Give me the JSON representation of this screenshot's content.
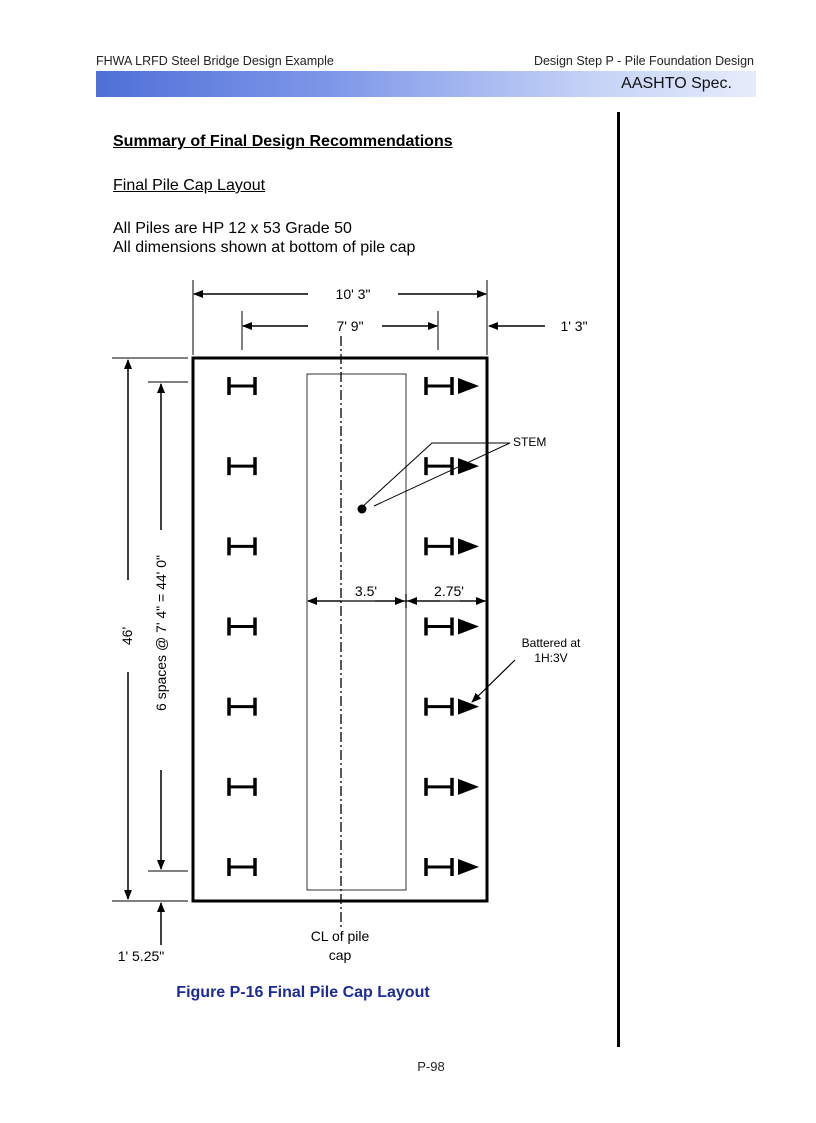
{
  "header": {
    "left": "FHWA LRFD Steel Bridge Design Example",
    "right": "Design Step P - Pile Foundation Design",
    "band_label": "AASHTO Spec."
  },
  "content": {
    "title": "Summary of Final Design Recommendations",
    "subtitle": "Final Pile Cap Layout",
    "note1": "All Piles are HP 12 x 53 Grade 50",
    "note2": "All dimensions shown at bottom of pile cap"
  },
  "figure": {
    "dim_overall_width": "10' 3\"",
    "dim_pile_spacing_width": "7' 9\"",
    "dim_edge_right": "1' 3\"",
    "dim_length": "46'",
    "dim_spaces": "6 spaces @ 7' 4\" = 44' 0\"",
    "dim_edge_bottom": "1' 5.25\"",
    "dim_stem_width": "3.5'",
    "dim_stem_offset": "2.75'",
    "label_stem": "STEM",
    "label_battered_line1": "Battered at",
    "label_battered_line2": "1H:3V",
    "label_cl_line1": "CL of pile",
    "label_cl_line2": "cap",
    "vertical_pile_rows": 7,
    "battered_pile_rows": 7
  },
  "caption": "Figure P-16 Final Pile Cap Layout",
  "page_number": "P-98"
}
